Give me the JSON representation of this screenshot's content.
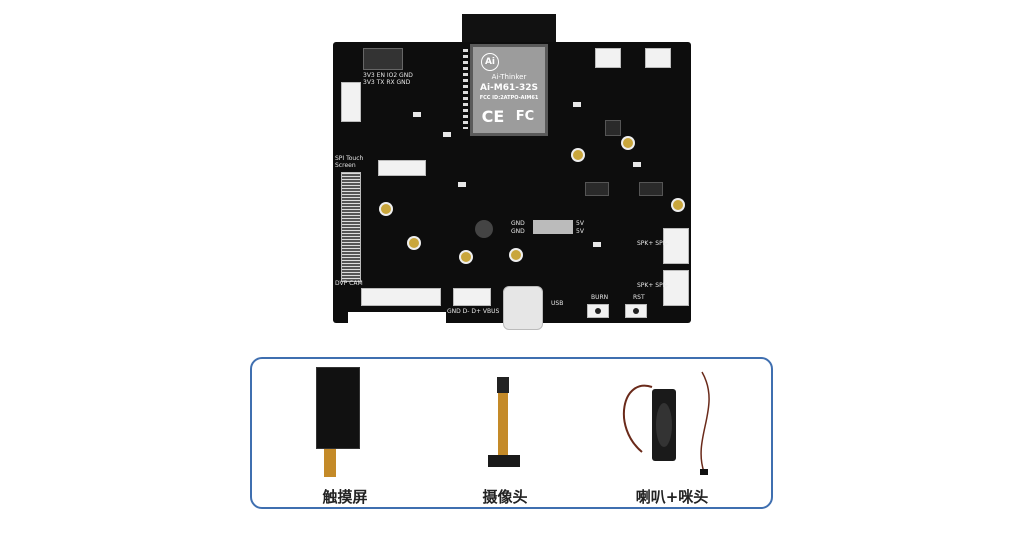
{
  "board": {
    "module": {
      "brand": "Ai-Thinker",
      "model": "Ai-M61-32S",
      "fcc": "FCC ID:2ATPO-AIM61",
      "logo": "Ai",
      "ce": "CE",
      "fc": "FC"
    },
    "silk": {
      "header_top": "3V3 EN IO2 GND",
      "header_bottom": "3V3 TX RX GND",
      "spi": "SPI Touch Screen",
      "dvp": "DVP CAM",
      "usb_pins": "GND D- D+ VBUS",
      "usb": "USB",
      "burn": "BURN",
      "rst": "RST",
      "gnd1": "GND",
      "gnd2": "GND",
      "v5a": "5V",
      "v5b": "5V",
      "spk1": "SPK+ SPK-",
      "spk2": "SPK+ SPK-"
    }
  },
  "accessories": [
    {
      "label": "触摸屏"
    },
    {
      "label": "摄像头"
    },
    {
      "label": "喇叭+咪头"
    }
  ]
}
